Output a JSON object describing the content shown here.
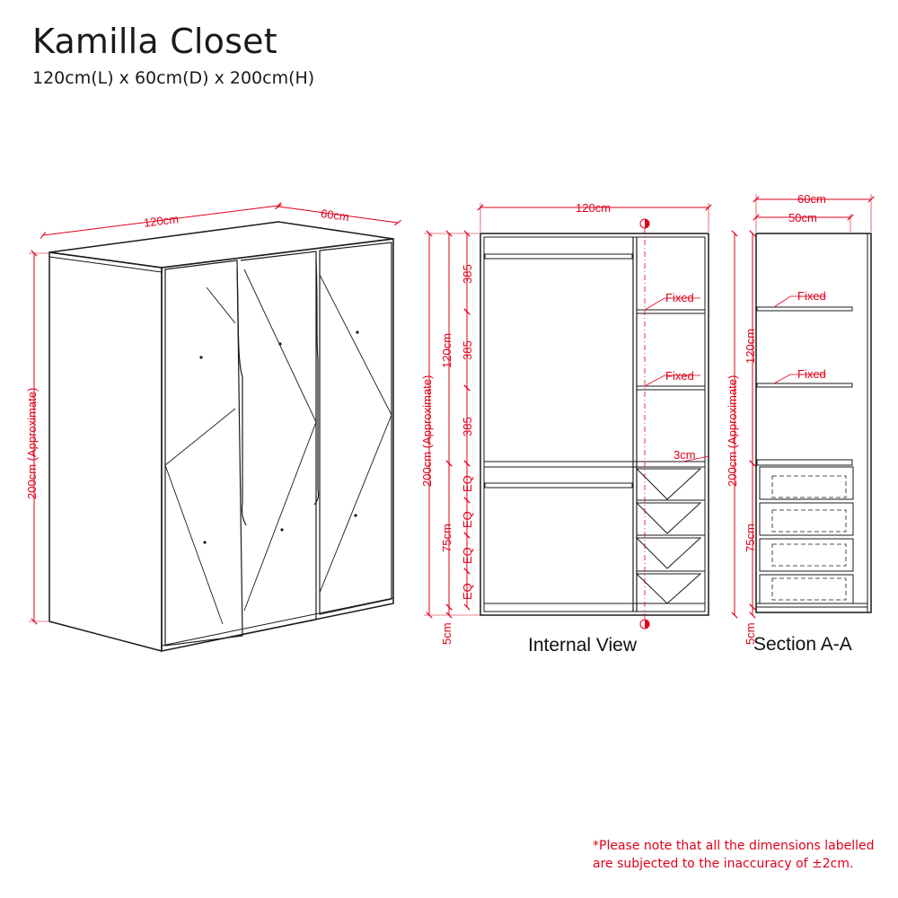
{
  "title": "Kamilla Closet",
  "subtitle": "120cm(L) x 60cm(D) x 200cm(H)",
  "perspective": {
    "width_label": "120cm",
    "depth_label": "60cm",
    "height_label": "200cm (Approximate)"
  },
  "internal_view": {
    "label": "Internal View",
    "top_width": "120cm",
    "height_label": "200cm (Approximate)",
    "upper_label": "120cm",
    "lower_label": "75cm",
    "base_label": "5cm",
    "compartment_1": "385",
    "compartment_2": "385",
    "compartment_3": "385",
    "eq_1": "EQ",
    "eq_2": "EQ",
    "eq_3": "EQ",
    "eq_4": "EQ",
    "shelf_1": "Fixed",
    "shelf_2": "Fixed",
    "gap_label": "3cm"
  },
  "section_view": {
    "label": "Section A-A",
    "outer_depth": "60cm",
    "inner_depth": "50cm",
    "height_label": "200cm (Approximate)",
    "upper_label": "120cm",
    "lower_label": "75cm",
    "base_label": "5cm",
    "shelf_1": "Fixed",
    "shelf_2": "Fixed"
  },
  "note_line_1": "*Please note that all the dimensions labelled",
  "note_line_2": "are subjected to the inaccuracy of ±2cm.",
  "colors": {
    "dimension": "#e0001a",
    "line": "#1a1a1a"
  }
}
